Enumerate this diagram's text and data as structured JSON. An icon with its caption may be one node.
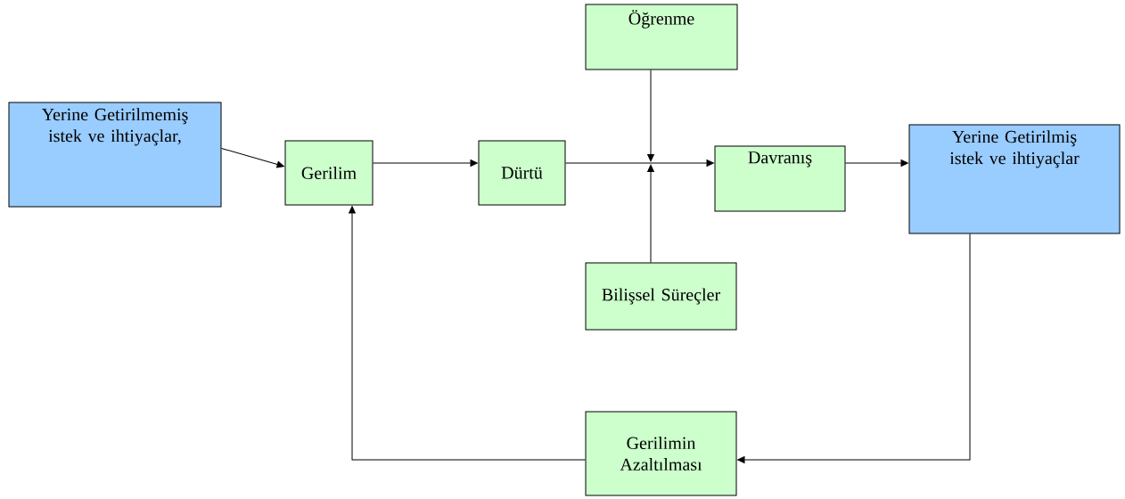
{
  "diagram": {
    "nodes": [
      {
        "text": [
          "Yerine Getirilmemiş istek ve ihtiyaçlar,"
        ]
      },
      {
        "text": [
          "Gerilim"
        ]
      },
      {
        "text": [
          "Dürtü"
        ]
      },
      {
        "text": [
          "Öğrenme"
        ]
      },
      {
        "text": [
          "Bilişsel Süreçler"
        ]
      },
      {
        "text": [
          "Davranış"
        ]
      },
      {
        "text": [
          "Yerine Getirilmiş istek ve ihtiyaçlar"
        ]
      },
      {
        "text": [
          "Gerilimin Azaltılması"
        ]
      }
    ],
    "edges": [
      {
        "from": 0,
        "to": 1,
        "arrow": "to"
      },
      {
        "from": 1,
        "to": 2,
        "arrow": "to"
      },
      {
        "from": 2,
        "to": 5,
        "arrow": "to"
      },
      {
        "from": 3,
        "to": null,
        "arrow": "to"
      },
      {
        "from": 4,
        "to": null,
        "arrow": "to"
      },
      {
        "from": 5,
        "to": 6,
        "arrow": "to"
      },
      {
        "from": 6,
        "to": 7,
        "arrow": "to"
      },
      {
        "from": 7,
        "to": 1,
        "arrow": "to"
      }
    ]
  }
}
